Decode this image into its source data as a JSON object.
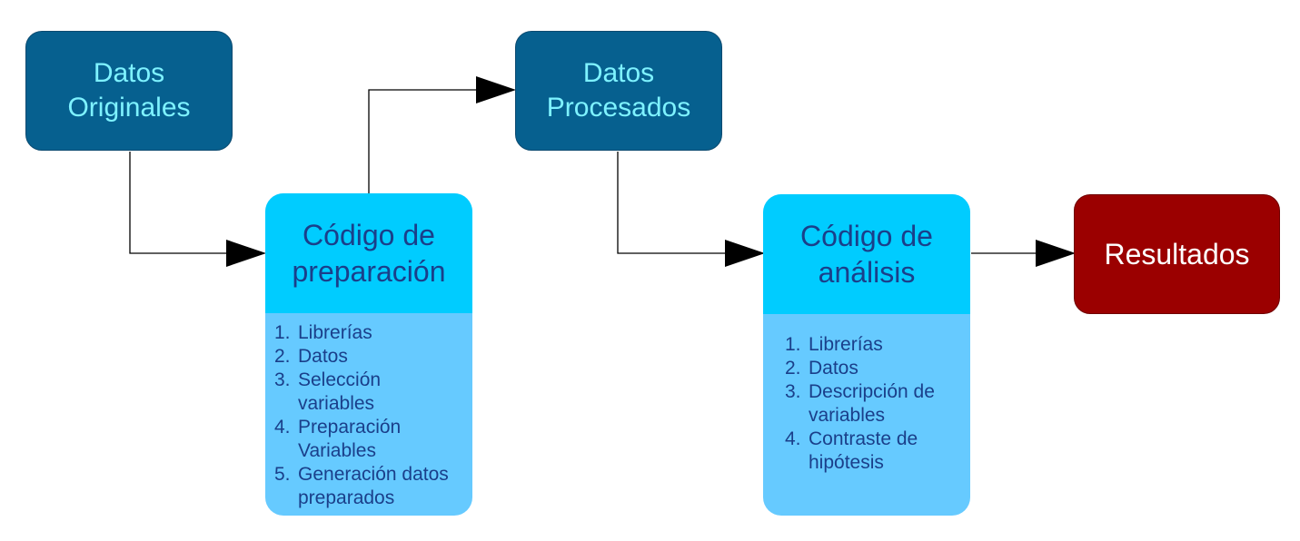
{
  "nodes": {
    "datos_originales": {
      "lines": [
        "Datos",
        "Originales"
      ]
    },
    "datos_procesados": {
      "lines": [
        "Datos",
        "Procesados"
      ]
    },
    "resultados": {
      "label": "Resultados"
    }
  },
  "codigo_preparacion": {
    "title_lines": [
      "Código de",
      "preparación"
    ],
    "items": [
      {
        "num": "1.",
        "text": "Librerías"
      },
      {
        "num": "2.",
        "text": "Datos"
      },
      {
        "num": "3.",
        "text": "Selección variables"
      },
      {
        "num": "4.",
        "text": "Preparación Variables"
      },
      {
        "num": "5.",
        "text": "Generación datos preparados"
      }
    ]
  },
  "codigo_analisis": {
    "title_lines": [
      "Código de",
      "análisis"
    ],
    "items": [
      {
        "num": "1.",
        "text": "Librerías"
      },
      {
        "num": "2.",
        "text": "Datos"
      },
      {
        "num": "3.",
        "text": "Descripción de variables"
      },
      {
        "num": "4.",
        "text": "Contraste de hipótesis"
      }
    ]
  },
  "colors": {
    "dark_node": "#06608f",
    "dark_node_text": "#7ef2ff",
    "code_header": "#00ccff",
    "code_body": "#66caff",
    "code_text": "#1a3f8a",
    "result": "#9b0000"
  }
}
